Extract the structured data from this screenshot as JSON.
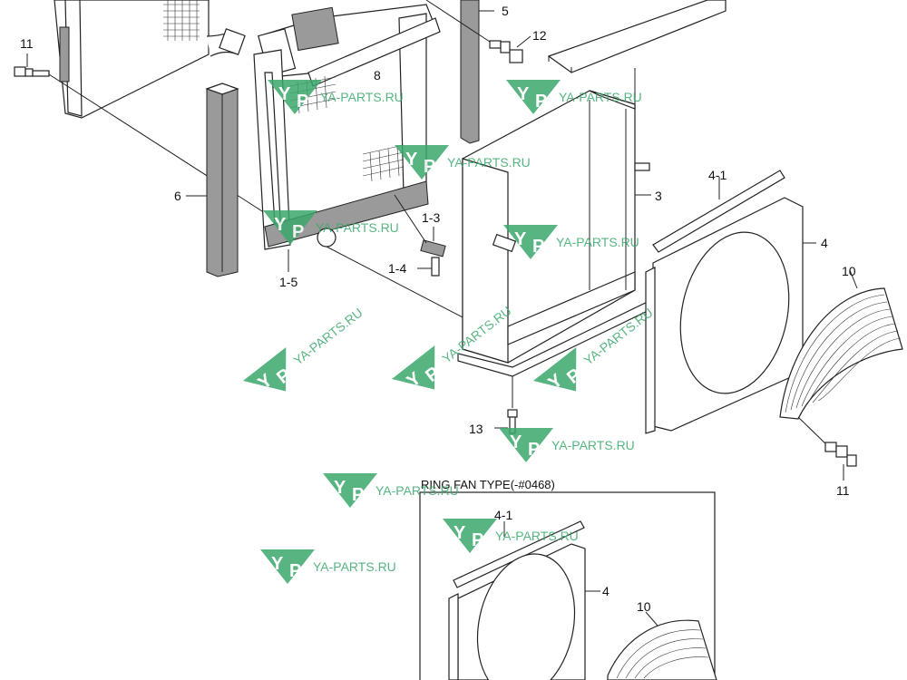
{
  "diagram": {
    "callouts": [
      {
        "id": "c-11a",
        "text": "11"
      },
      {
        "id": "c-8",
        "text": "8"
      },
      {
        "id": "c-5",
        "text": "5"
      },
      {
        "id": "c-12",
        "text": "12"
      },
      {
        "id": "c-6",
        "text": "6"
      },
      {
        "id": "c-3",
        "text": "3"
      },
      {
        "id": "c-1-3",
        "text": "1-3"
      },
      {
        "id": "c-1-4",
        "text": "1-4"
      },
      {
        "id": "c-1-5",
        "text": "1-5"
      },
      {
        "id": "c-4-1a",
        "text": "4-1"
      },
      {
        "id": "c-4a",
        "text": "4"
      },
      {
        "id": "c-10a",
        "text": "10"
      },
      {
        "id": "c-13",
        "text": "13"
      },
      {
        "id": "c-11b",
        "text": "11"
      },
      {
        "id": "c-4-1b",
        "text": "4-1"
      },
      {
        "id": "c-4b",
        "text": "4"
      },
      {
        "id": "c-10b",
        "text": "10"
      }
    ],
    "inset_title": "RING FAN TYPE(-#0468)"
  },
  "watermark": {
    "text": "YA-PARTS.RU",
    "letter_y": "Y",
    "letter_p": "P",
    "color": "#3aa86b"
  }
}
